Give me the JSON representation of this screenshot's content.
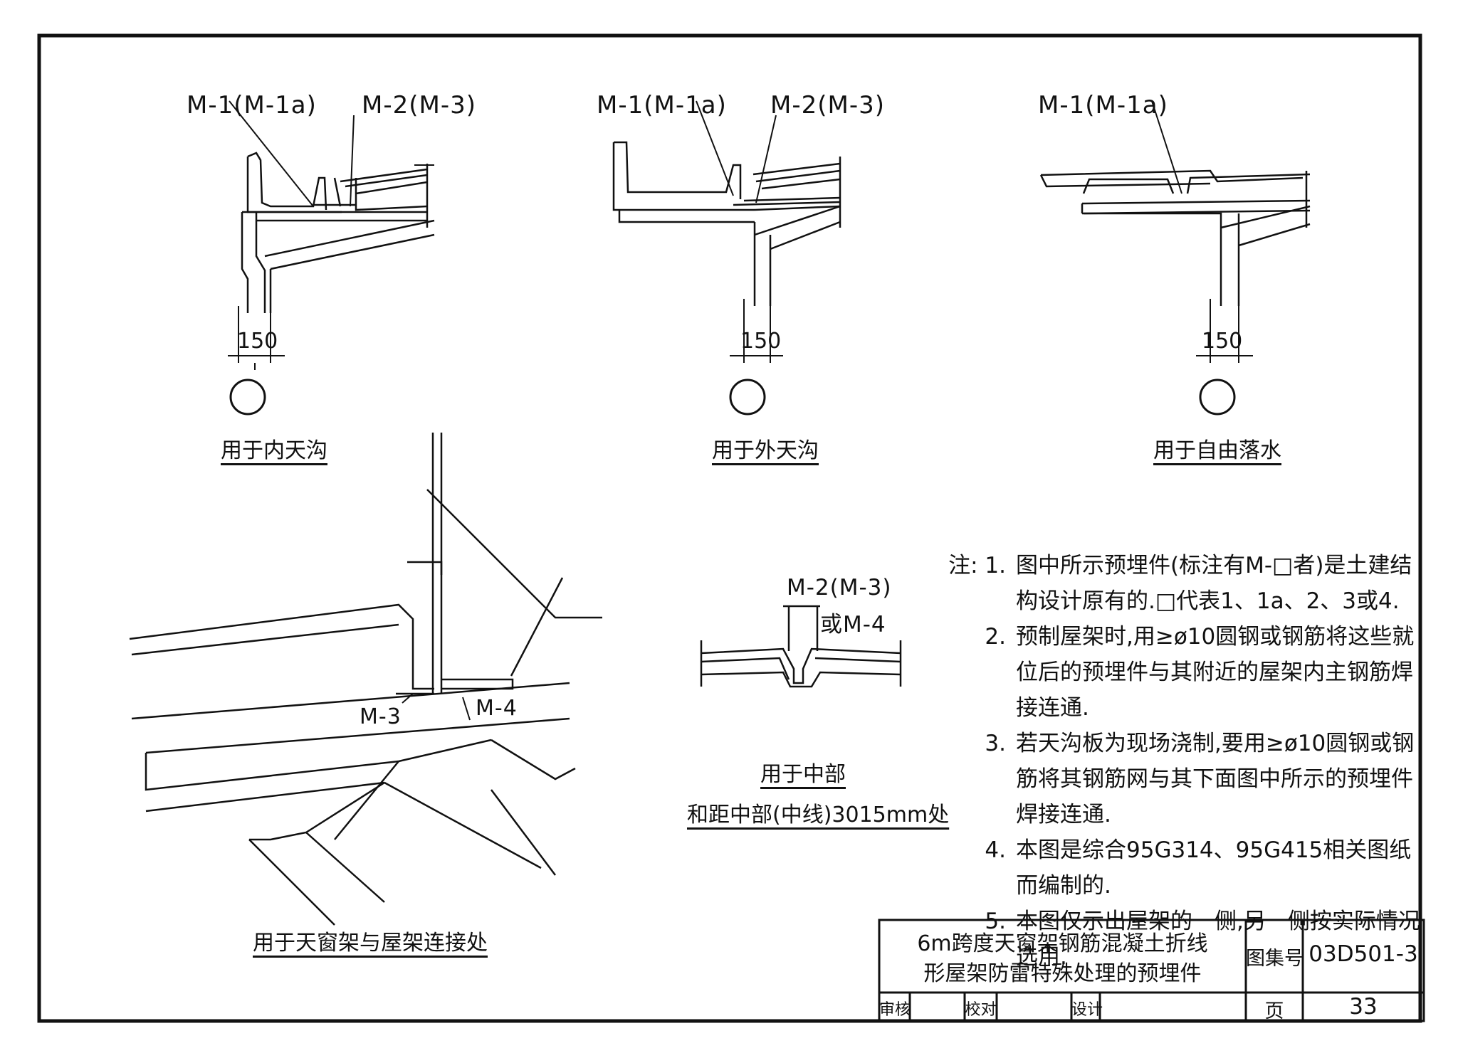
{
  "details": {
    "inner_gutter": {
      "label_left": "M-1(M-1a)",
      "label_right": "M-2(M-3)",
      "dimension": "150",
      "caption": "用于内天沟"
    },
    "outer_gutter": {
      "label_left": "M-1(M-1a)",
      "label_right": "M-2(M-3)",
      "dimension": "150",
      "caption": "用于外天沟"
    },
    "free_drain": {
      "label_left": "M-1(M-1a)",
      "dimension": "150",
      "caption": "用于自由落水"
    },
    "skylight_joint": {
      "label_m3": "M-3",
      "label_m4": "M-4",
      "caption": "用于天窗架与屋架连接处"
    },
    "middle": {
      "label_top": "M-2(M-3)",
      "label_or": "或M-4",
      "caption_line1": "用于中部",
      "caption_line2": "和距中部(中线)3015mm处"
    }
  },
  "notes": {
    "prefix": "注:",
    "items": [
      {
        "num": "1.",
        "text": "图中所示预埋件(标注有M-□者)是土建结构设计原有的.□代表1、1a、2、3或4."
      },
      {
        "num": "2.",
        "text": "预制屋架时,用≥ø10圆钢或钢筋将这些就位后的预埋件与其附近的屋架内主钢筋焊接连通."
      },
      {
        "num": "3.",
        "text": "若天沟板为现场浇制,要用≥ø10圆钢或钢筋将其钢筋网与其下面图中所示的预埋件焊接连通."
      },
      {
        "num": "4.",
        "text": "本图是综合95G314、95G415相关图纸而编制的."
      },
      {
        "num": "5.",
        "text": "本图仅示出屋架的一侧,另一侧按实际情况选用."
      }
    ]
  },
  "title_block": {
    "title_line1": "6m跨度天窗架钢筋混凝土折线",
    "title_line2": "形屋架防雷特殊处理的预埋件",
    "atlas_label": "图集号",
    "atlas_no": "03D501-3",
    "review_label": "审核",
    "check_label": "校对",
    "design_label": "设计",
    "page_label": "页",
    "page_no": "33"
  }
}
